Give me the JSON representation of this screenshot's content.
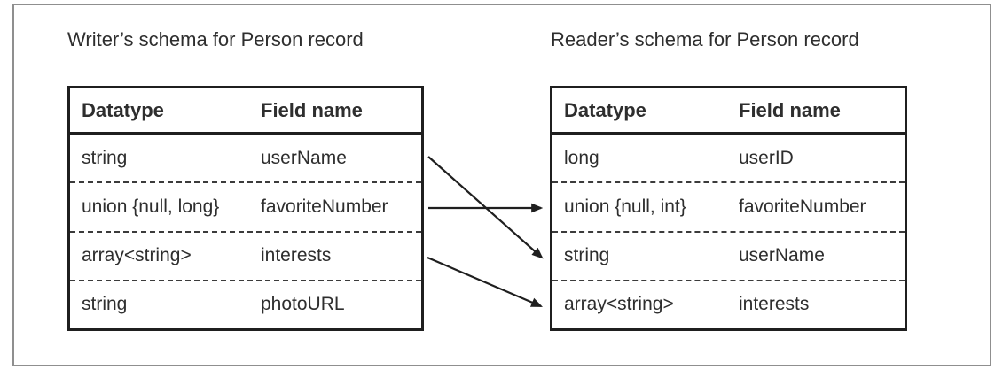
{
  "figure": {
    "writer_schema": {
      "title": "Writer’s schema for Person record",
      "columns": {
        "datatype": "Datatype",
        "field": "Field name"
      },
      "rows": [
        {
          "datatype": "string",
          "field": "userName"
        },
        {
          "datatype": "union {null, long}",
          "field": "favoriteNumber"
        },
        {
          "datatype": "array<string>",
          "field": "interests"
        },
        {
          "datatype": "string",
          "field": "photoURL"
        }
      ]
    },
    "reader_schema": {
      "title": "Reader’s schema for Person record",
      "columns": {
        "datatype": "Datatype",
        "field": "Field name"
      },
      "rows": [
        {
          "datatype": "long",
          "field": "userID"
        },
        {
          "datatype": "union {null, int}",
          "field": "favoriteNumber"
        },
        {
          "datatype": "string",
          "field": "userName"
        },
        {
          "datatype": "array<string>",
          "field": "interests"
        }
      ]
    },
    "arrows": [
      {
        "from": "writer.userName",
        "to": "reader.userName"
      },
      {
        "from": "writer.favoriteNumber",
        "to": "reader.favoriteNumber"
      },
      {
        "from": "writer.interests",
        "to": "reader.interests"
      }
    ],
    "colors": {
      "table_border": "#1f1f1f",
      "outer_border": "#8f8f8f",
      "text": "#2e2e2e",
      "arrow": "#1f1f1f",
      "background": "#ffffff"
    }
  }
}
